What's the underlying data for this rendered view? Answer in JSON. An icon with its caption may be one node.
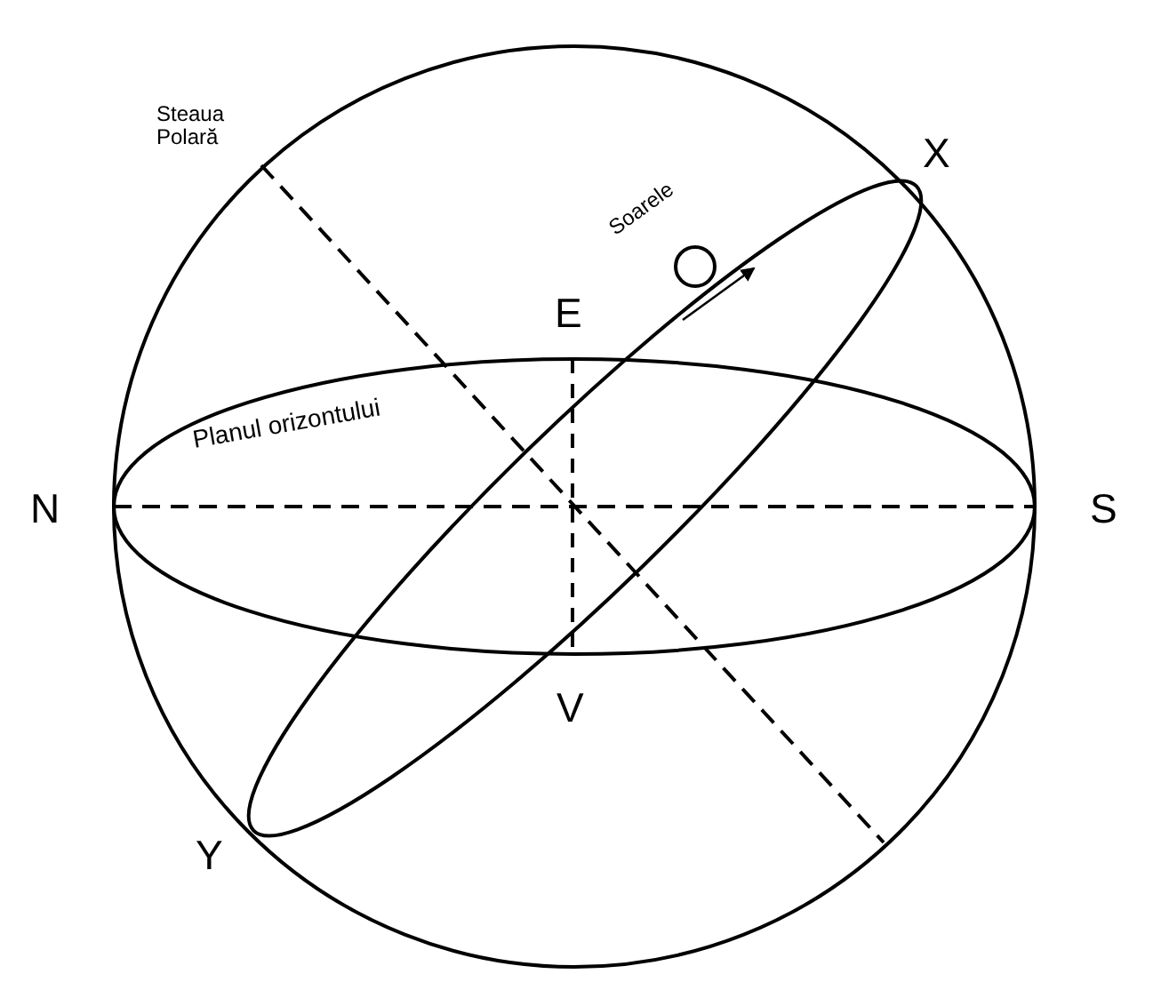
{
  "diagram": {
    "labels": [
      "Steaua Polară",
      "X",
      "Soarele",
      "E",
      "Planul orizontului",
      "N",
      "S",
      "V",
      "Y"
    ]
  }
}
